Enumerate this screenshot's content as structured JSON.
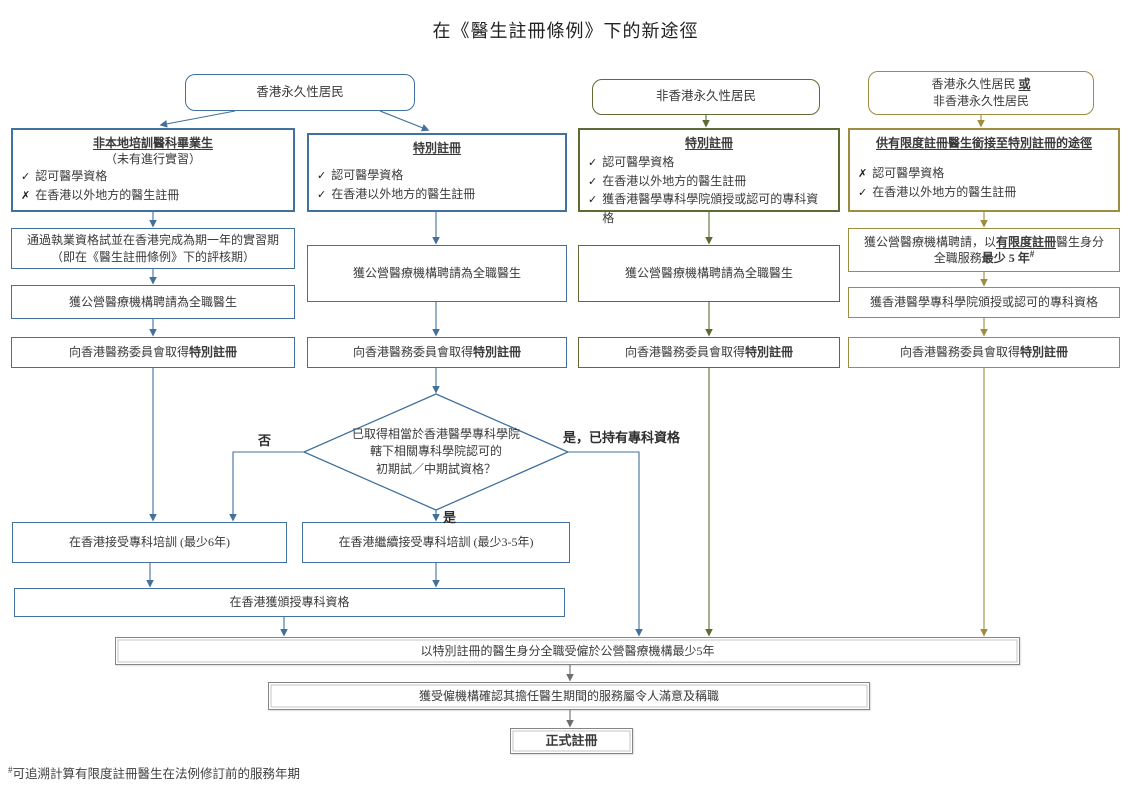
{
  "title": "在《醫生註冊條例》下的新途徑",
  "colors": {
    "blue": "#41719C",
    "green": "#5D6B35",
    "olive": "#9E8C3F",
    "gray": "#858585"
  },
  "marks": {
    "yes": "✓",
    "no": "✗"
  },
  "top": {
    "hk": "香港永久性居民",
    "non_hk": "非香港永久性居民",
    "either_line1_prefix": "香港永久性居民 ",
    "either_or": "或",
    "either_line2": "非香港永久性居民"
  },
  "col1": {
    "title": "非本地培訓醫科畢業生",
    "subtitle": "（未有進行實習）",
    "req1": "認可醫學資格",
    "req2": "在香港以外地方的醫生註冊",
    "step1_line1": "通過執業資格試並在香港完成為期一年的實習期",
    "step1_line2": "（即在《醫生註冊條例》下的評核期）",
    "step2": "獲公營醫療機構聘請為全職醫生",
    "step3_prefix": "向香港醫務委員會取得",
    "step3_bold": "特別註冊"
  },
  "col2": {
    "title": "特別註冊",
    "req1": "認可醫學資格",
    "req2": "在香港以外地方的醫生註冊",
    "step1": "獲公營醫療機構聘請為全職醫生",
    "step2_prefix": "向香港醫務委員會取得",
    "step2_bold": "特別註冊"
  },
  "col3": {
    "title": "特別註冊",
    "req1": "認可醫學資格",
    "req2": "在香港以外地方的醫生註冊",
    "req3": "獲香港醫學專科學院頒授或認可的專科資格",
    "step1": "獲公營醫療機構聘請為全職醫生",
    "step2_prefix": "向香港醫務委員會取得",
    "step2_bold": "特別註冊"
  },
  "col4": {
    "title": "供有限度註冊醫生銜接至特別註冊的途徑",
    "req1": "認可醫學資格",
    "req2": "在香港以外地方的醫生註冊",
    "step1_prefix": "獲公營醫療機構聘請，以",
    "step1_underline": "有限度註冊",
    "step1_suffix": "醫生身分",
    "step1_line2_prefix": "全職服務",
    "step1_line2_bold": "最少 5 年",
    "step1_sup": "#",
    "step2": "獲香港醫學專科學院頒授或認可的專科資格",
    "step3_prefix": "向香港醫務委員會取得",
    "step3_bold": "特別註冊"
  },
  "diamond": {
    "line1": "已取得相當於香港醫學專科學院",
    "line2": "轄下相關專科學院認可的",
    "line3": "初期試／中期試資格？",
    "label_no": "否",
    "label_yes": "是",
    "label_yes_specialist": "是，已持有專科資格"
  },
  "training": {
    "left": "在香港接受專科培訓 (最少6年)",
    "right": "在香港繼續接受專科培訓 (最少3-5年)",
    "award": "在香港獲頒授專科資格"
  },
  "final": {
    "employed": "以特別註冊的醫生身分全職受僱於公營醫療機構最少5年",
    "confirmed": "獲受僱機構確認其擔任醫生期間的服務屬令人滿意及稱職",
    "full": "正式註冊"
  },
  "footnote": {
    "sup": "#",
    "text": "可追溯計算有限度註冊醫生在法例修訂前的服務年期"
  }
}
